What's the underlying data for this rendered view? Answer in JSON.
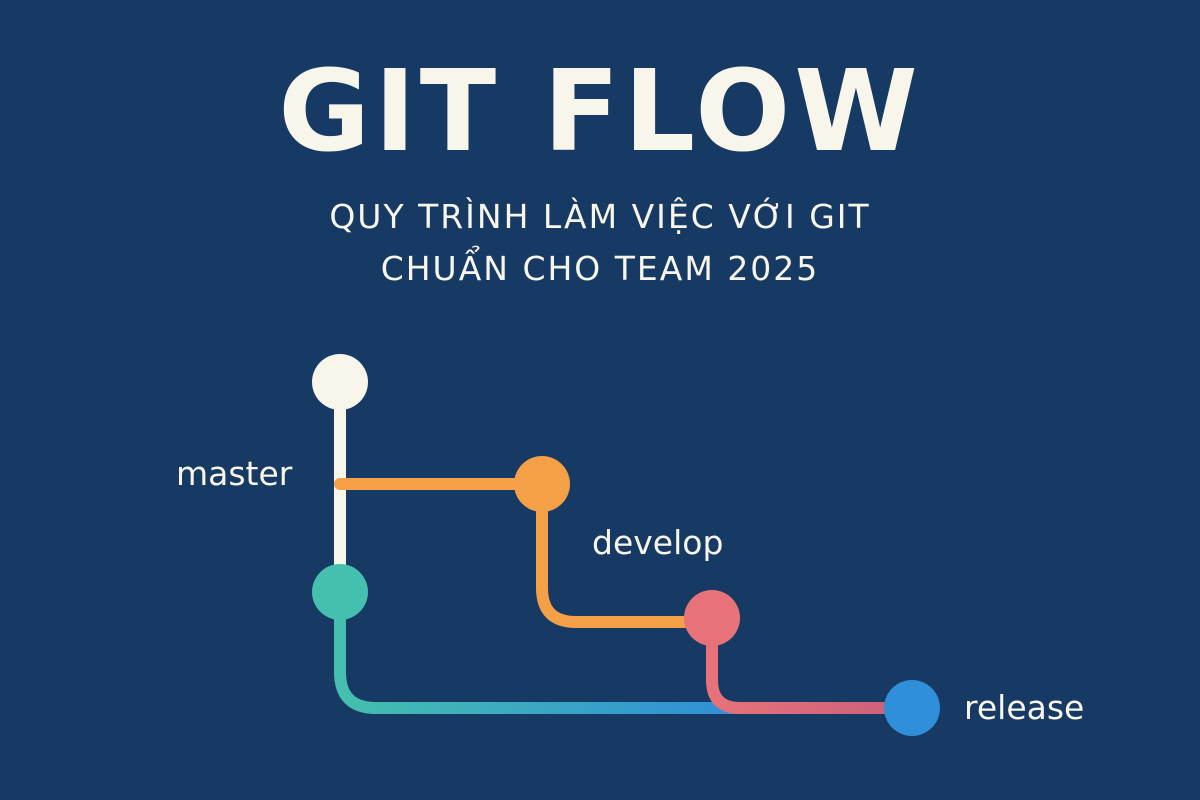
{
  "title": "GIT FLOW",
  "subtitle": {
    "line1": "QUY TRÌNH LÀM VIỆC VỚI GIT",
    "line2": "CHUẨN CHO TEAM 2025"
  },
  "branches": {
    "master": "master",
    "develop": "develop",
    "release": "release"
  },
  "colors": {
    "background": "#163a63",
    "text": "#f8f5ea",
    "master": "#f8f5ea",
    "develop": "#f4a047",
    "feature": "#e8727a",
    "hotfix": "#45bfae",
    "release": "#2f8fd8"
  }
}
